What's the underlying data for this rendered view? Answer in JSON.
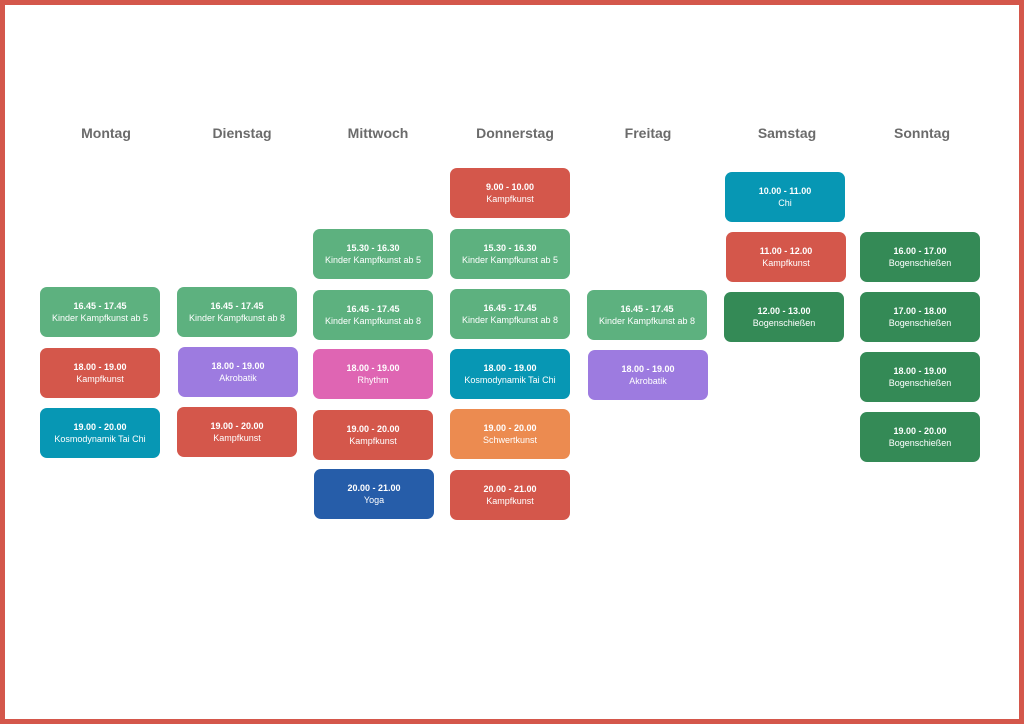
{
  "days": {
    "mon": "Montag",
    "tue": "Dienstag",
    "wed": "Mittwoch",
    "thu": "Donnerstag",
    "fri": "Freitag",
    "sat": "Samstag",
    "sun": "Sonntag"
  },
  "classes": {
    "mon": [
      {
        "time": "16.45 - 17.45",
        "name": "Kinder Kampfkunst ab 5",
        "color": "#5db17f"
      },
      {
        "time": "18.00 - 19.00",
        "name": "Kampfkunst",
        "color": "#d4574b"
      },
      {
        "time": "19.00 - 20.00",
        "name": "Kosmodynamik Tai Chi",
        "color": "#0797b4"
      }
    ],
    "tue": [
      {
        "time": "16.45 - 17.45",
        "name": "Kinder Kampfkunst ab 8",
        "color": "#5db17f"
      },
      {
        "time": "18.00 - 19.00",
        "name": "Akrobatik",
        "color": "#9d7be0"
      },
      {
        "time": "19.00 - 20.00",
        "name": "Kampfkunst",
        "color": "#d4574b"
      }
    ],
    "wed": [
      {
        "time": "15.30 - 16.30",
        "name": "Kinder Kampfkunst ab 5",
        "color": "#5db17f"
      },
      {
        "time": "16.45 - 17.45",
        "name": "Kinder Kampfkunst ab 8",
        "color": "#5db17f"
      },
      {
        "time": "18.00 - 19.00",
        "name": "Rhythm",
        "color": "#df65b3"
      },
      {
        "time": "19.00 - 20.00",
        "name": "Kampfkunst",
        "color": "#d4574b"
      },
      {
        "time": "20.00 - 21.00",
        "name": "Yoga",
        "color": "#265da9"
      }
    ],
    "thu": [
      {
        "time": "9.00 - 10.00",
        "name": "Kampfkunst",
        "color": "#d4574b"
      },
      {
        "time": "15.30 - 16.30",
        "name": "Kinder Kampfkunst ab 5",
        "color": "#5db17f"
      },
      {
        "time": "16.45 - 17.45",
        "name": "Kinder Kampfkunst ab 8",
        "color": "#5db17f"
      },
      {
        "time": "18.00 - 19.00",
        "name": "Kosmodynamik Tai Chi",
        "color": "#0797b4"
      },
      {
        "time": "19.00 - 20.00",
        "name": "Schwertkunst",
        "color": "#ec8b50"
      },
      {
        "time": "20.00 - 21.00",
        "name": "Kampfkunst",
        "color": "#d4574b"
      }
    ],
    "fri": [
      {
        "time": "16.45 - 17.45",
        "name": "Kinder Kampfkunst ab 8",
        "color": "#5db17f"
      },
      {
        "time": "18.00 - 19.00",
        "name": "Akrobatik",
        "color": "#9d7be0"
      }
    ],
    "sat": [
      {
        "time": "10.00 - 11.00",
        "name": "Chi",
        "color": "#0797b4"
      },
      {
        "time": "11.00 - 12.00",
        "name": "Kampfkunst",
        "color": "#d4574b"
      },
      {
        "time": "12.00 - 13.00",
        "name": "Bogenschießen",
        "color": "#348a56"
      }
    ],
    "sun": [
      {
        "time": "16.00 - 17.00",
        "name": "Bogenschießen",
        "color": "#348a56"
      },
      {
        "time": "17.00 - 18.00",
        "name": "Bogenschießen",
        "color": "#348a56"
      },
      {
        "time": "18.00 - 19.00",
        "name": "Bogenschießen",
        "color": "#348a56"
      },
      {
        "time": "19.00 - 20.00",
        "name": "Bogenschießen",
        "color": "#348a56"
      }
    ]
  }
}
